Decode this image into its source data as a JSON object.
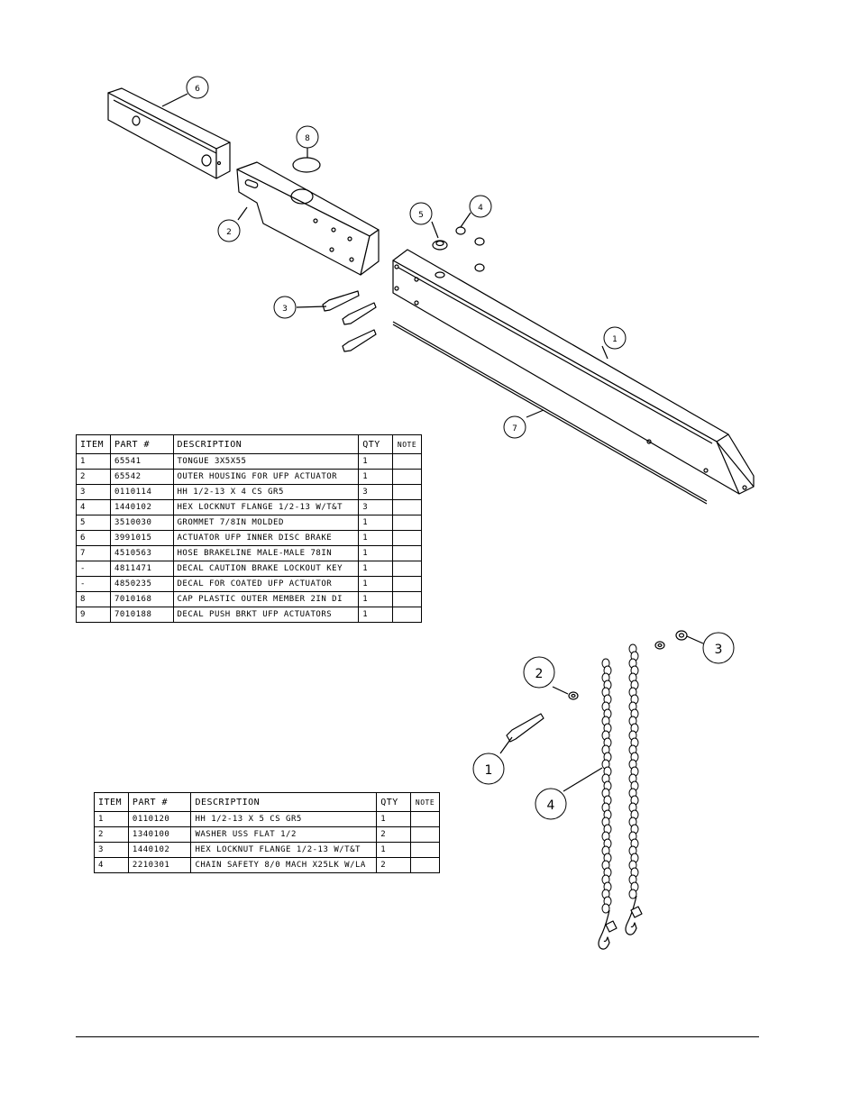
{
  "callouts_top": [
    "6",
    "8",
    "2",
    "5",
    "4",
    "3",
    "1",
    "7"
  ],
  "callouts_bottom": [
    "2",
    "3",
    "1",
    "4"
  ],
  "table1": {
    "headers": [
      "ITEM",
      "PART #",
      "DESCRIPTION",
      "QTY",
      "NOTE"
    ],
    "rows": [
      [
        "1",
        "65541",
        "TONGUE 3X5X55",
        "1",
        ""
      ],
      [
        "2",
        "65542",
        "OUTER HOUSING FOR UFP ACTUATOR",
        "1",
        ""
      ],
      [
        "3",
        "0110114",
        "HH 1/2-13 X 4 CS GR5",
        "3",
        ""
      ],
      [
        "4",
        "1440102",
        "HEX LOCKNUT FLANGE 1/2-13 W/T&T",
        "3",
        ""
      ],
      [
        "5",
        "3510030",
        "GROMMET  7/8IN MOLDED",
        "1",
        ""
      ],
      [
        "6",
        "3991015",
        "ACTUATOR UFP INNER  DISC BRAKE",
        "1",
        ""
      ],
      [
        "7",
        "4510563",
        "HOSE BRAKELINE MALE-MALE 78IN",
        "1",
        ""
      ],
      [
        "-",
        "4811471",
        "DECAL CAUTION BRAKE LOCKOUT KEY",
        "1",
        ""
      ],
      [
        "-",
        "4850235",
        "DECAL FOR COATED UFP ACTUATOR",
        "1",
        ""
      ],
      [
        "8",
        "7010168",
        "CAP  PLASTIC OUTER MEMBER 2IN DI",
        "1",
        ""
      ],
      [
        "9",
        "7010188",
        "DECAL PUSH BRKT UFP ACTUATORS",
        "1",
        ""
      ]
    ]
  },
  "table2": {
    "headers": [
      "ITEM",
      "PART #",
      "DESCRIPTION",
      "QTY",
      "NOTE"
    ],
    "rows": [
      [
        "1",
        "0110120",
        "HH 1/2-13 X 5 CS GR5",
        "1",
        ""
      ],
      [
        "2",
        "1340100",
        "WASHER USS FLAT 1/2",
        "2",
        ""
      ],
      [
        "3",
        "1440102",
        "HEX LOCKNUT FLANGE 1/2-13 W/T&T",
        "1",
        ""
      ],
      [
        "4",
        "2210301",
        "CHAIN SAFETY 8/0 MACH X25LK W/LA",
        "2",
        ""
      ]
    ]
  }
}
